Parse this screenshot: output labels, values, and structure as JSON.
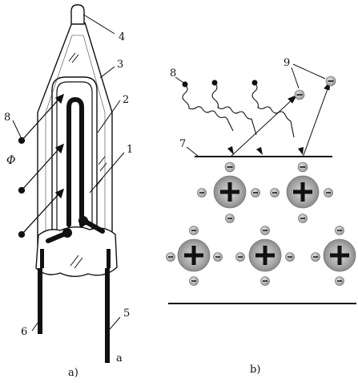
{
  "panel_a": {
    "caption": "a)",
    "flux_symbol": "Φ",
    "labels": {
      "n1": "1",
      "n2": "2",
      "n3": "3",
      "n4": "4",
      "n5": "5",
      "n6": "6",
      "n8": "8",
      "terminal": "a"
    }
  },
  "panel_b": {
    "caption": "b)",
    "labels": {
      "n7": "7",
      "n8": "8",
      "n9": "9"
    }
  },
  "colors": {
    "ink": "#111111",
    "ion_gray": "#9a9a9a",
    "electron_gray": "#b5b5b5"
  }
}
